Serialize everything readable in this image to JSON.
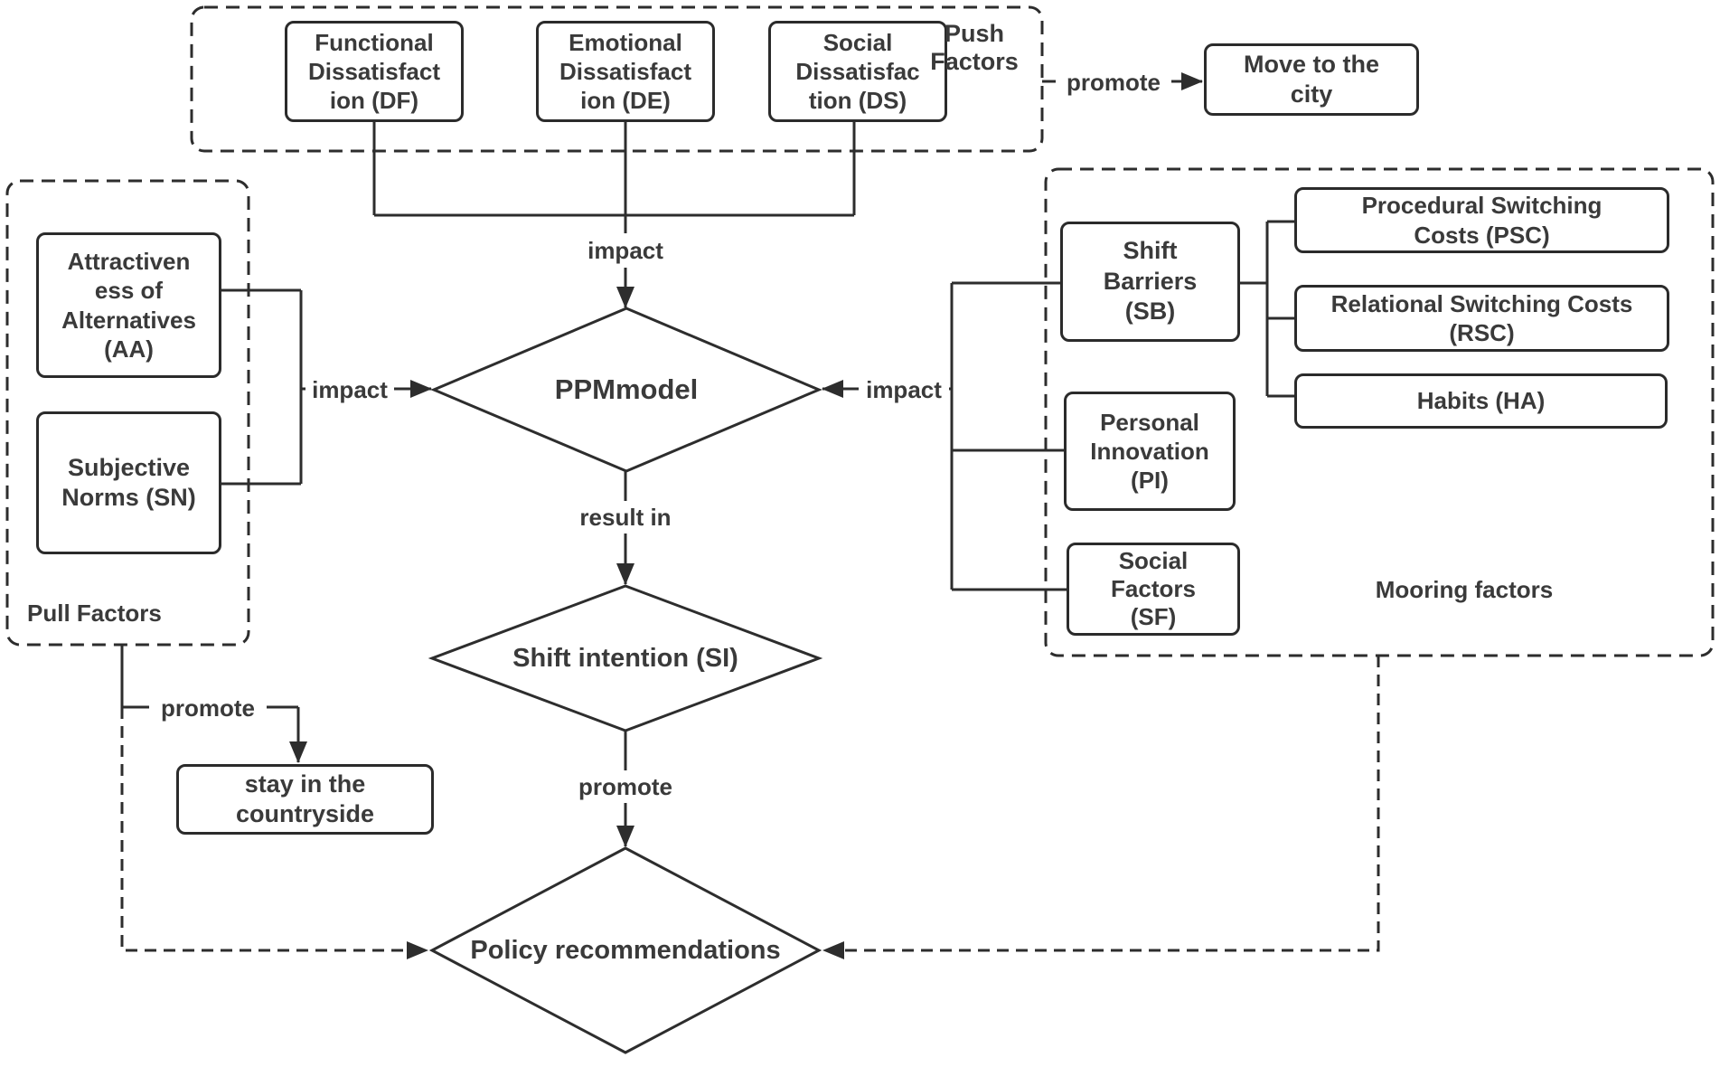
{
  "diagram": {
    "title": "Push-Pull-Mooring (PPM) migration intention diagram",
    "groups": {
      "push": {
        "label": "Push\nFactors"
      },
      "pull": {
        "label": "Pull Factors"
      },
      "mooring": {
        "label": "Mooring factors"
      }
    },
    "nodes": {
      "df": "Functional\nDissatisfact\nion (DF)",
      "de": "Emotional\nDissatisfact\nion (DE)",
      "ds": "Social\nDissatisfac\ntion (DS)",
      "move_city": "Move to the\ncity",
      "aa": "Attractiven\ness of\nAlternatives\n(AA)",
      "sn": "Subjective\nNorms (SN)",
      "stay_countryside": "stay in the\ncountryside",
      "sb": "Shift\nBarriers\n(SB)",
      "pi": "Personal\nInnovation\n(PI)",
      "sf": "Social\nFactors\n(SF)",
      "psc": "Procedural Switching\nCosts (PSC)",
      "rsc": "Relational Switching Costs\n(RSC)",
      "ha": "Habits (HA)",
      "ppm": "PPMmodel",
      "si": "Shift intention (SI)",
      "policy": "Policy recommendations"
    },
    "edge_labels": {
      "push_impact": "impact",
      "pull_impact": "impact",
      "mooring_impact": "impact",
      "result_in": "result in",
      "si_promote": "promote",
      "push_promote": "promote",
      "pull_promote": "promote"
    },
    "colors": {
      "line": "#2d2d2d",
      "text": "#3a3a3a",
      "background": "#ffffff"
    }
  }
}
